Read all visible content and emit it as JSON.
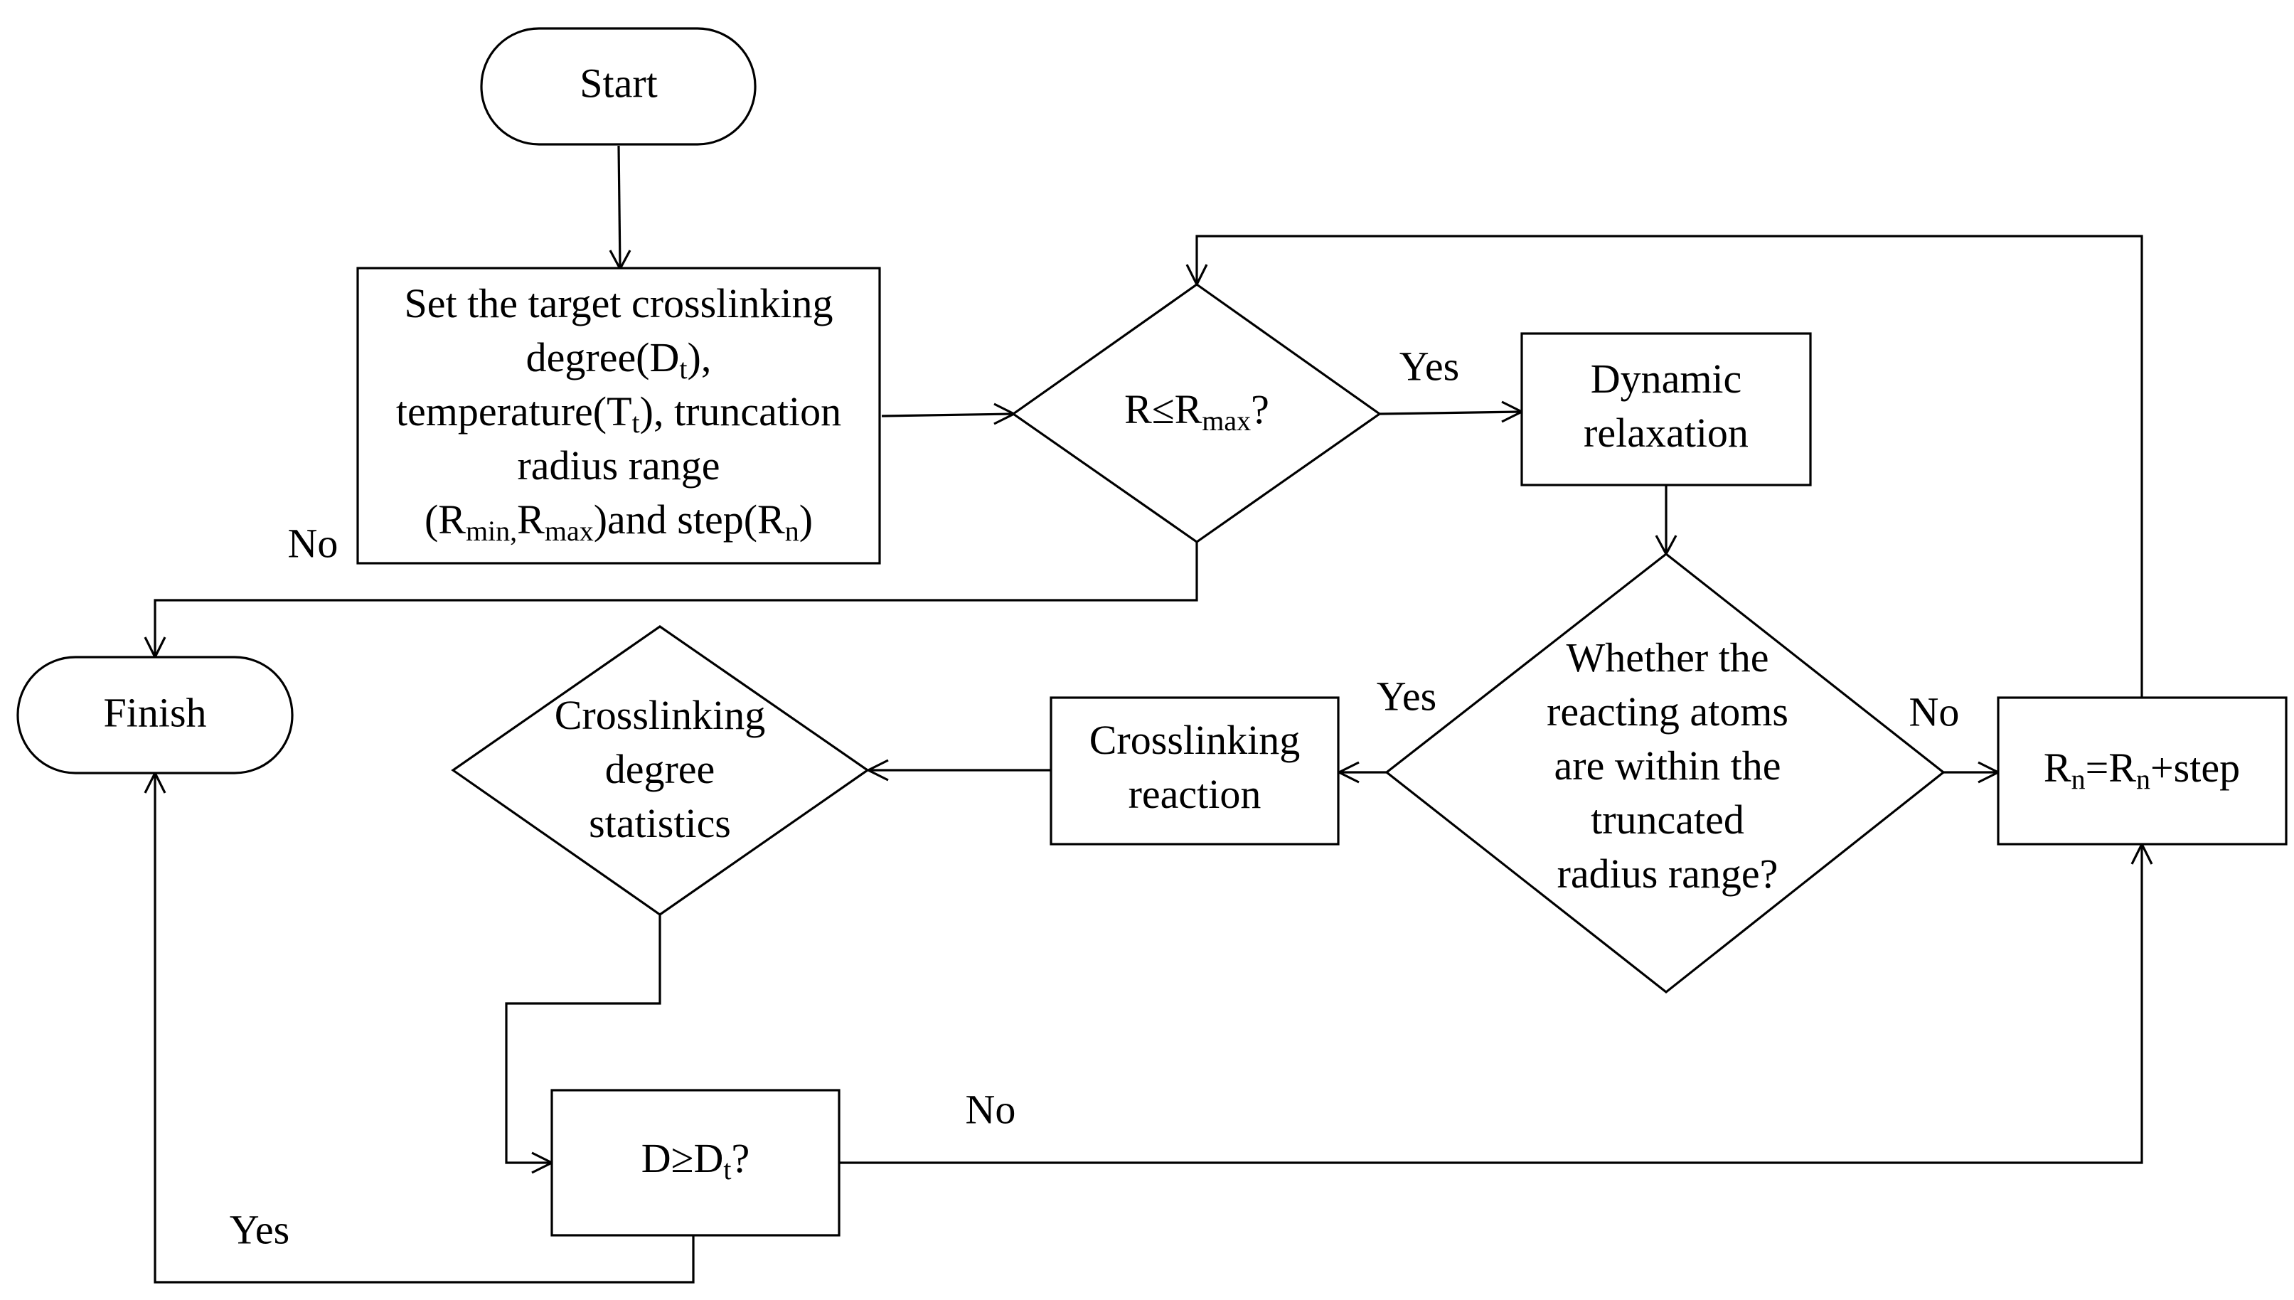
{
  "nodes": {
    "start": {
      "text": "Start"
    },
    "finish": {
      "text": "Finish"
    },
    "setup": {
      "lines": [
        [
          {
            "t": "Set the target crosslinking"
          }
        ],
        [
          {
            "t": "degree(D"
          },
          {
            "t": "t",
            "sub": true
          },
          {
            "t": "),"
          }
        ],
        [
          {
            "t": "temperature(T"
          },
          {
            "t": "t",
            "sub": true
          },
          {
            "t": "), truncation"
          }
        ],
        [
          {
            "t": "radius range"
          }
        ],
        [
          {
            "t": "(R"
          },
          {
            "t": "min,",
            "sub": true
          },
          {
            "t": "R"
          },
          {
            "t": "max",
            "sub": true
          },
          {
            "t": ")and step(R"
          },
          {
            "t": "n",
            "sub": true
          },
          {
            "t": ")"
          }
        ]
      ]
    },
    "check_r": {
      "lines": [
        [
          {
            "t": "R≤R"
          },
          {
            "t": "max",
            "sub": true
          },
          {
            "t": "?"
          }
        ]
      ]
    },
    "relax": {
      "lines": [
        [
          {
            "t": "Dynamic"
          }
        ],
        [
          {
            "t": "relaxation"
          }
        ]
      ]
    },
    "within": {
      "lines": [
        [
          {
            "t": "Whether the"
          }
        ],
        [
          {
            "t": "reacting atoms"
          }
        ],
        [
          {
            "t": "are within the"
          }
        ],
        [
          {
            "t": "truncated"
          }
        ],
        [
          {
            "t": "radius range?"
          }
        ]
      ]
    },
    "step": {
      "lines": [
        [
          {
            "t": "R"
          },
          {
            "t": "n",
            "sub": true
          },
          {
            "t": "=R"
          },
          {
            "t": "n",
            "sub": true
          },
          {
            "t": "+step"
          }
        ]
      ]
    },
    "reaction": {
      "lines": [
        [
          {
            "t": "Crosslinking"
          }
        ],
        [
          {
            "t": "reaction"
          }
        ]
      ]
    },
    "stats": {
      "lines": [
        [
          {
            "t": "Crosslinking"
          }
        ],
        [
          {
            "t": "degree"
          }
        ],
        [
          {
            "t": "statistics"
          }
        ]
      ]
    },
    "check_d": {
      "lines": [
        [
          {
            "t": "D≥D"
          },
          {
            "t": "t",
            "sub": true
          },
          {
            "t": "?"
          }
        ]
      ]
    }
  },
  "edge_labels": {
    "check_r_yes": "Yes",
    "check_r_no": "No",
    "within_yes": "Yes",
    "within_no": "No",
    "check_d_no": "No",
    "check_d_yes": "Yes"
  },
  "colors": {
    "stroke": "#000000",
    "fill": "#ffffff",
    "text": "#000000"
  }
}
